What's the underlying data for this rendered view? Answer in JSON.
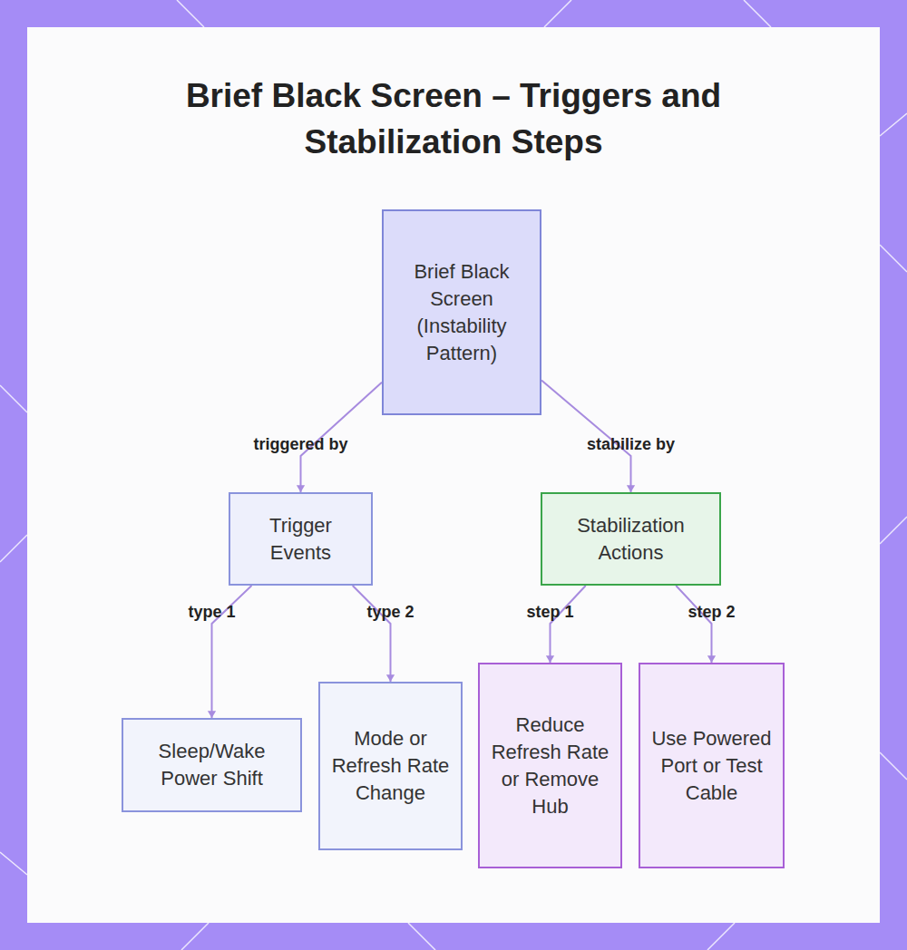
{
  "diagram": {
    "title": "Brief Black Screen – Triggers and Stabilization Steps",
    "nodes": [
      {
        "text": [
          "Brief Black Screen (Instability Pattern)"
        ]
      },
      {
        "text": [
          "Trigger Events"
        ]
      },
      {
        "text": [
          "Stabilization Actions"
        ]
      },
      {
        "text": [
          "Sleep/Wake Power Shift"
        ]
      },
      {
        "text": [
          "Mode or Refresh Rate Change"
        ]
      },
      {
        "text": [
          "Reduce Refresh Rate or Remove Hub"
        ]
      },
      {
        "text": [
          "Use Powered Port or Test Cable"
        ]
      }
    ],
    "edges": [
      {
        "from": 0,
        "to": 1,
        "label": "triggered by",
        "arrow": "to"
      },
      {
        "from": 0,
        "to": 2,
        "label": "stabilize by",
        "arrow": "to"
      },
      {
        "from": 1,
        "to": 3,
        "label": "type 1",
        "arrow": "to"
      },
      {
        "from": 1,
        "to": 4,
        "label": "type 2",
        "arrow": "to"
      },
      {
        "from": 2,
        "to": 5,
        "label": "step 1",
        "arrow": "to"
      },
      {
        "from": 2,
        "to": 6,
        "label": "step 2",
        "arrow": "to"
      }
    ]
  }
}
